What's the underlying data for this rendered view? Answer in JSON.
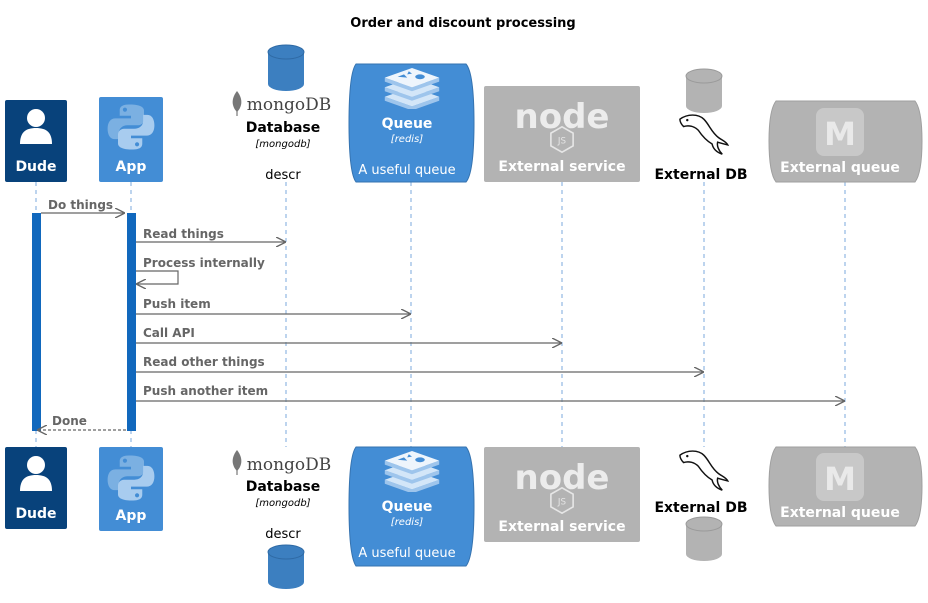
{
  "title": "Order and discount processing",
  "participants": {
    "dude": {
      "label": "Dude",
      "icon": "person-icon",
      "color": "#08427B"
    },
    "app": {
      "label": "App",
      "icon": "python-icon",
      "color": "#438DD5"
    },
    "database": {
      "label": "Database",
      "technology": "[mongodb]",
      "description": "descr",
      "logo_text": "mongoDB",
      "icon": "mongodb-leaf-icon"
    },
    "queue": {
      "label": "Queue",
      "technology": "[redis]",
      "description": "A useful queue",
      "icon": "redis-icon",
      "color": "#438DD5"
    },
    "external_service": {
      "label": "External service",
      "logo_text": "node",
      "icon": "nodejs-icon",
      "color": "#B3B3B3"
    },
    "external_db": {
      "label": "External DB",
      "icon": "mysql-dolphin-icon",
      "color": "#B3B3B3"
    },
    "external_queue": {
      "label": "External queue",
      "icon": "rabbitmq-icon",
      "color": "#B3B3B3"
    }
  },
  "messages": [
    {
      "from": "dude",
      "to": "app",
      "label": "Do things",
      "type": "sync"
    },
    {
      "from": "app",
      "to": "database",
      "label": "Read things",
      "type": "sync"
    },
    {
      "from": "app",
      "to": "app",
      "label": "Process internally",
      "type": "self"
    },
    {
      "from": "app",
      "to": "queue",
      "label": "Push item",
      "type": "sync"
    },
    {
      "from": "app",
      "to": "external_service",
      "label": "Call API",
      "type": "sync"
    },
    {
      "from": "app",
      "to": "external_db",
      "label": "Read other things",
      "type": "sync"
    },
    {
      "from": "app",
      "to": "external_queue",
      "label": "Push another item",
      "type": "sync"
    },
    {
      "from": "app",
      "to": "dude",
      "label": "Done",
      "type": "return"
    }
  ],
  "colors": {
    "activation": "#1168BD",
    "lifeline": "#7BA9DC",
    "arrow": "#666666",
    "cylinder": "#3C7FC0",
    "external": "#B3B3B3"
  }
}
